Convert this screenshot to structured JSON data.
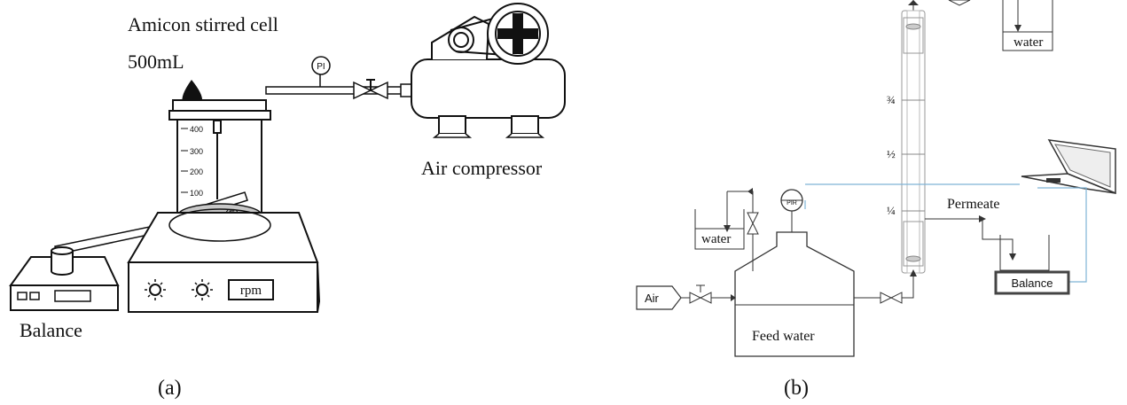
{
  "panel_a": {
    "cell_label_1": "Amicon stirred cell",
    "cell_label_2": "500mL",
    "pressure_indicator": "PI",
    "compressor_label": "Air compressor",
    "balance_label": "Balance",
    "rpm_label": "rpm",
    "scale_400": "400",
    "scale_300": "300",
    "scale_200": "200",
    "scale_100": "100",
    "membrane_label": "(5)",
    "caption": "(a)"
  },
  "panel_b": {
    "water_top_label": "water",
    "water_left_label": "water",
    "air_label": "Air",
    "feed_water_label": "Feed water",
    "pir_label": "PIR",
    "permeate_label": "Permeate",
    "balance_label": "Balance",
    "tick_3_4": "¾",
    "tick_1_2": "½",
    "tick_1_4": "¼",
    "caption": "(b)"
  }
}
